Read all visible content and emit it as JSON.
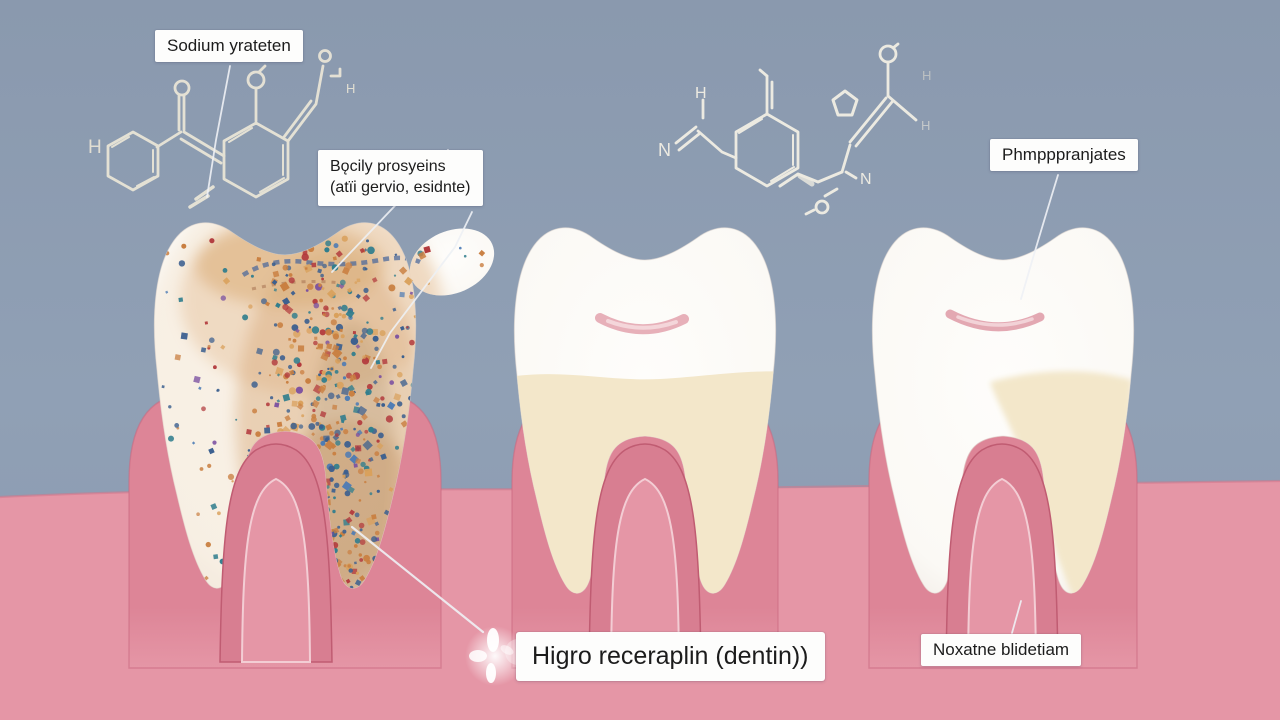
{
  "scene": {
    "background_color": "#8d9cb1",
    "gum_color": "#e596a6",
    "gum_socket_color": "#dd8597",
    "gum_arch_color": "#d87e91",
    "gum_edge_color": "#c65f76",
    "tooth_color": "#fbfaf6",
    "dentin_color": "#f3e7ca",
    "molecule_color": "#ece7d8",
    "leader_line_color": "#eef1f5"
  },
  "labels": {
    "top_left": {
      "text": "Sodium yrateten"
    },
    "mid_left": {
      "line1": "Bǫcily prosyeins",
      "line2": "(atïi gervio, esidnte)"
    },
    "top_right": {
      "text": "Phmpppranjates"
    },
    "bottom_center": {
      "text": "Higro receraplin (dentin))"
    },
    "bottom_right": {
      "text": "Noxatne blidetiam"
    }
  },
  "molecule_labels": {
    "left_h": "H",
    "left_h2": "H",
    "right_h": "H",
    "right_n": "N",
    "right_h2": "H",
    "right_n2": "N",
    "right_h3": "H"
  },
  "speckles": {
    "seed": 7,
    "dense_count": 520,
    "scatter_count": 230,
    "palette": [
      {
        "color": "#3b5f8f",
        "weight": 0.26
      },
      {
        "color": "#b23a3d",
        "weight": 0.17
      },
      {
        "color": "#c97f41",
        "weight": 0.21
      },
      {
        "color": "#2f7d8d",
        "weight": 0.12
      },
      {
        "color": "#7a4fa0",
        "weight": 0.06
      },
      {
        "color": "#d9a05b",
        "weight": 0.13
      },
      {
        "color": "#4a7ab5",
        "weight": 0.05
      }
    ]
  }
}
